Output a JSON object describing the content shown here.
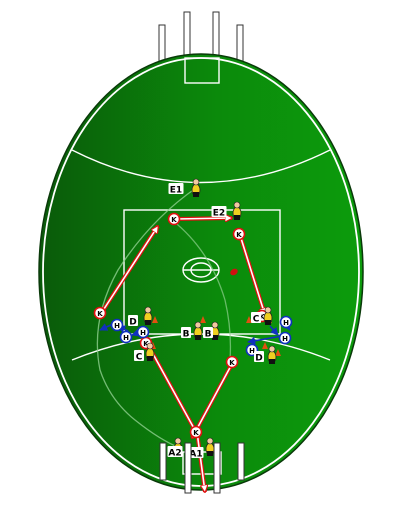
{
  "colors": {
    "grass_dark": "#0a5a0a",
    "grass_light": "#0c9a0c",
    "line": "#ffffff",
    "kick_arrow": "#e01010",
    "handball_arrow": "#1030c0",
    "cone": "#e05010",
    "player_yellow": "#f0d020",
    "player_black": "#111111"
  },
  "players": [
    {
      "id": "E1",
      "label": "E1"
    },
    {
      "id": "E2",
      "label": "E2"
    },
    {
      "id": "D1",
      "label": "D"
    },
    {
      "id": "D2",
      "label": "D"
    },
    {
      "id": "C1",
      "label": "C"
    },
    {
      "id": "C2",
      "label": "C"
    },
    {
      "id": "B1",
      "label": "B"
    },
    {
      "id": "B2",
      "label": "B"
    },
    {
      "id": "A2",
      "label": "A2"
    },
    {
      "id": "A1",
      "label": "A1"
    }
  ],
  "actions": [
    {
      "type": "kick",
      "symbol": "K"
    },
    {
      "type": "kick",
      "symbol": "K"
    },
    {
      "type": "kick",
      "symbol": "K"
    },
    {
      "type": "kick",
      "symbol": "K"
    },
    {
      "type": "kick",
      "symbol": "K"
    },
    {
      "type": "kick",
      "symbol": "K"
    },
    {
      "type": "kick",
      "symbol": "K"
    },
    {
      "type": "handball",
      "symbol": "H"
    },
    {
      "type": "handball",
      "symbol": "H"
    },
    {
      "type": "handball",
      "symbol": "H"
    },
    {
      "type": "handball",
      "symbol": "H"
    },
    {
      "type": "handball",
      "symbol": "H"
    },
    {
      "type": "handball",
      "symbol": "H"
    }
  ]
}
